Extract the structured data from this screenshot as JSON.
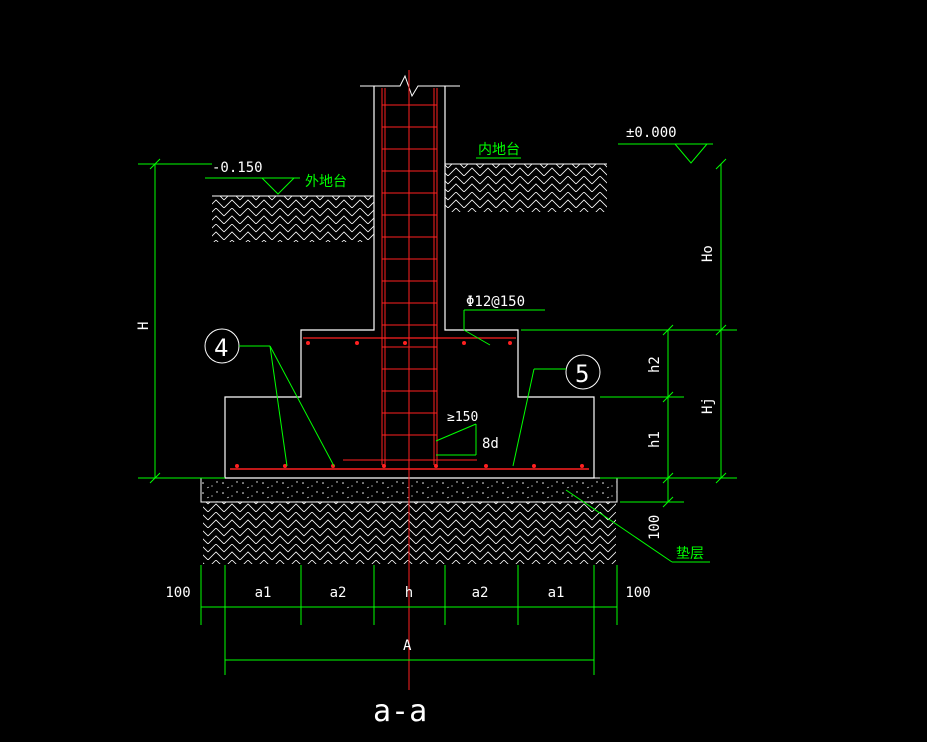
{
  "title": "a-a",
  "colors": {
    "background": "#000000",
    "outline": "#ffffff",
    "dimension": "#00ff00",
    "rebar": "#ff2020",
    "hatch": "#ffffff"
  },
  "levels": {
    "outer_ground_level": "-0.150",
    "outer_ground_label": "外地台",
    "inner_ground_label": "内地台",
    "zero_level": "±0.000"
  },
  "callouts": {
    "bar_4": "4",
    "bar_5": "5",
    "top_bars": "Φ12@150",
    "anchor": "≥150",
    "anchor_d": "8d",
    "cushion": "垫层"
  },
  "dimensions": {
    "left_total": "H",
    "right_upper": "Ho",
    "right_mid": "Hj",
    "step_upper": "h2",
    "step_lower": "h1",
    "cushion_thickness": "100",
    "bottom": [
      "100",
      "a1",
      "a2",
      "h",
      "a2",
      "a1",
      "100"
    ],
    "overall": "A"
  }
}
